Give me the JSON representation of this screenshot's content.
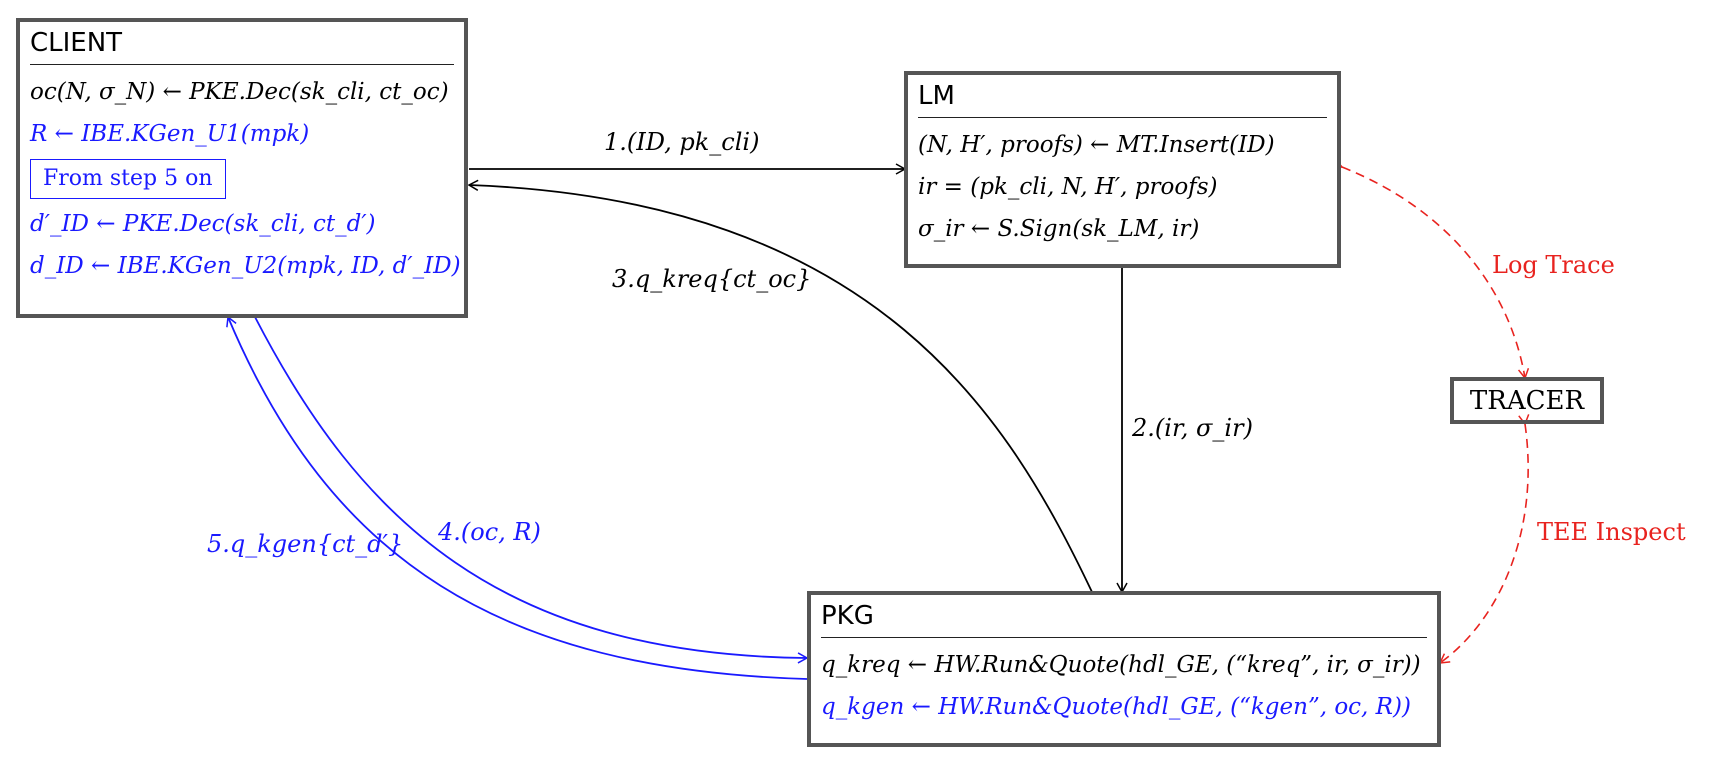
{
  "colors": {
    "black": "#000000",
    "blue": "#1a1aff",
    "red": "#e8231f",
    "box_border": "#555555"
  },
  "client": {
    "title": "CLIENT",
    "line1": "oc(N, σ_N) ← PKE.Dec(sk_cli, ct_oc)",
    "line2": "R ← IBE.KGen_U1(mpk)",
    "from_step": "From step 5 on",
    "line3": "d′_ID ← PKE.Dec(sk_cli, ct_d′)",
    "line4": "d_ID ← IBE.KGen_U2(mpk, ID, d′_ID)"
  },
  "lm": {
    "title": "LM",
    "line1": "(N, H′, proofs) ← MT.Insert(ID)",
    "line2": "ir = (pk_cli, N, H′, proofs)",
    "line3": "σ_ir ← S.Sign(sk_LM, ir)"
  },
  "pkg": {
    "title": "PKG",
    "line1": "q_kreq ← HW.Run&Quote(hdl_GE, (“kreq”, ir, σ_ir))",
    "line2": "q_kgen ← HW.Run&Quote(hdl_GE, (“kgen”, oc, R))"
  },
  "tracer": {
    "title": "TRACER"
  },
  "edges": {
    "step1": "1.(ID, pk_cli)",
    "step2": "2.(ir, σ_ir)",
    "step3": "3.q_kreq{ct_oc}",
    "step4": "4.(oc, R)",
    "step5": "5.q_kgen{ct_d′}",
    "log_trace": "Log Trace",
    "tee_inspect": "TEE Inspect"
  }
}
